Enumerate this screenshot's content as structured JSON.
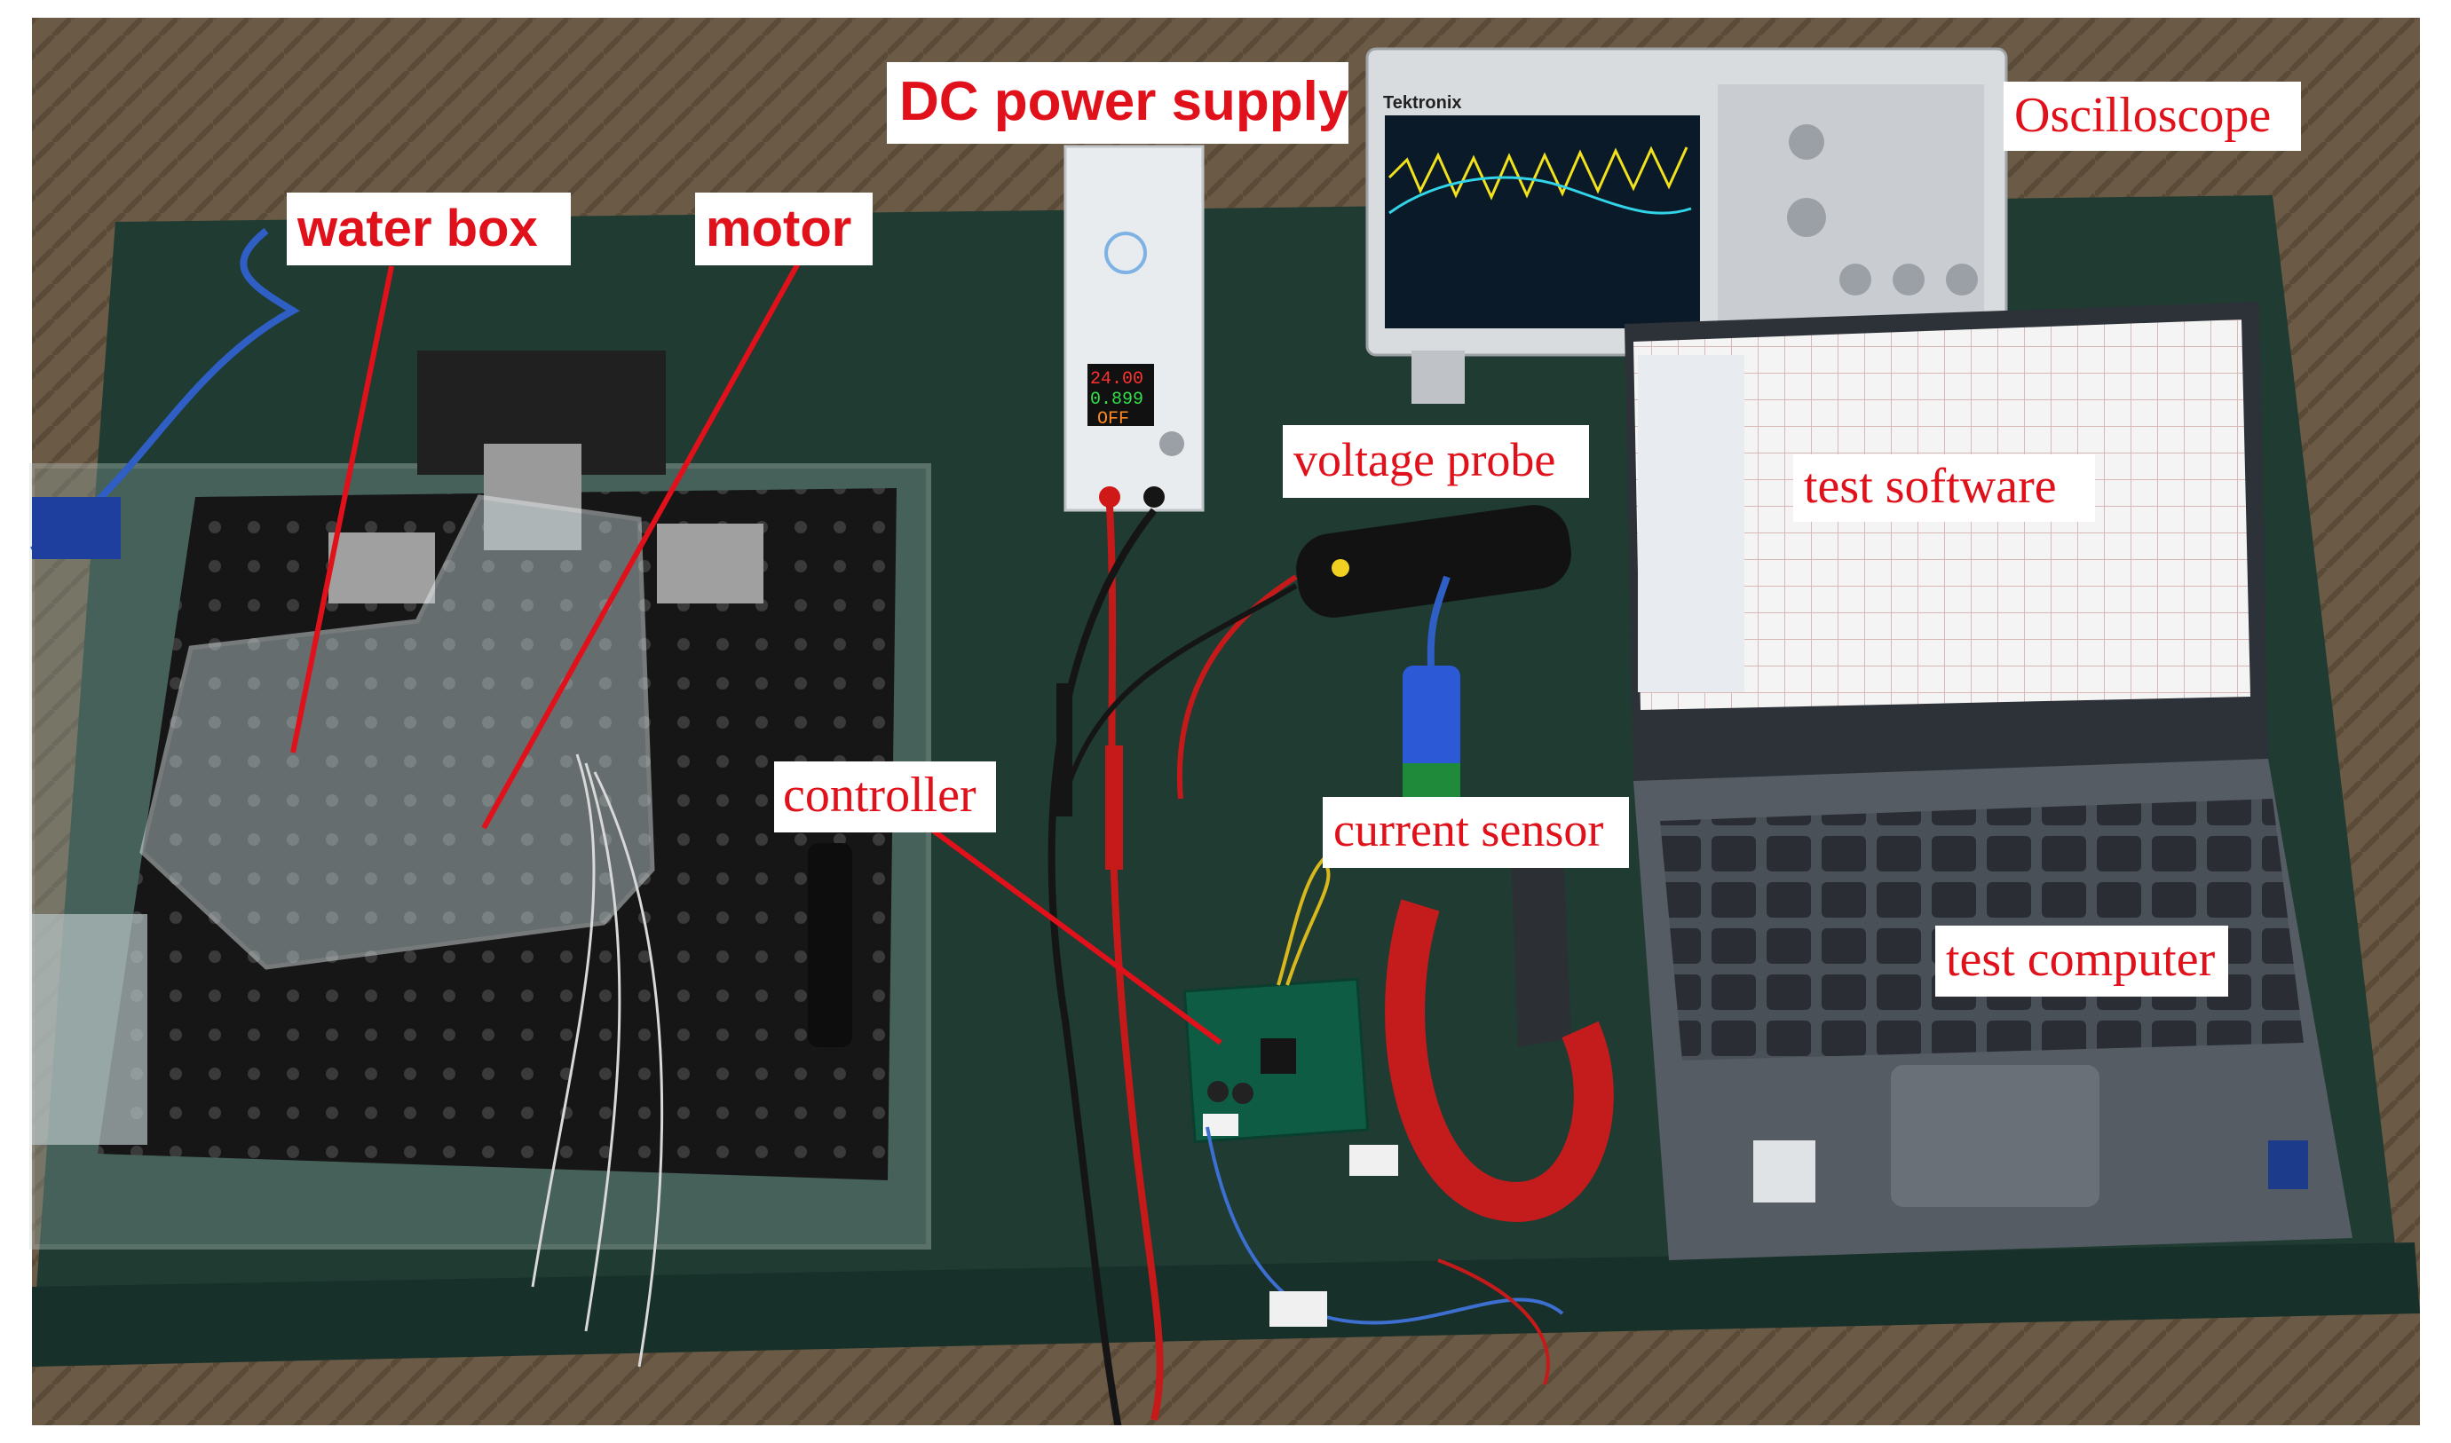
{
  "figure": {
    "description_labels": {
      "dc_power_supply": "DC power supply",
      "oscilloscope": "Oscilloscope",
      "water_box": "water box",
      "motor": "motor",
      "voltage_probe": "voltage probe",
      "test_software": "test software",
      "controller": "controller",
      "current_sensor": "current sensor",
      "test_computer": "test computer"
    },
    "device_text": {
      "scope_brand": "Tektronix",
      "psu_voltage": "24.00",
      "psu_current": "0.899",
      "psu_state": "OFF"
    },
    "colors": {
      "label_text": "#e0111a",
      "label_background": "#ffffff",
      "pointer_line": "#e0111a",
      "table": "#1f3b32",
      "floor": "#6b5a45"
    }
  }
}
